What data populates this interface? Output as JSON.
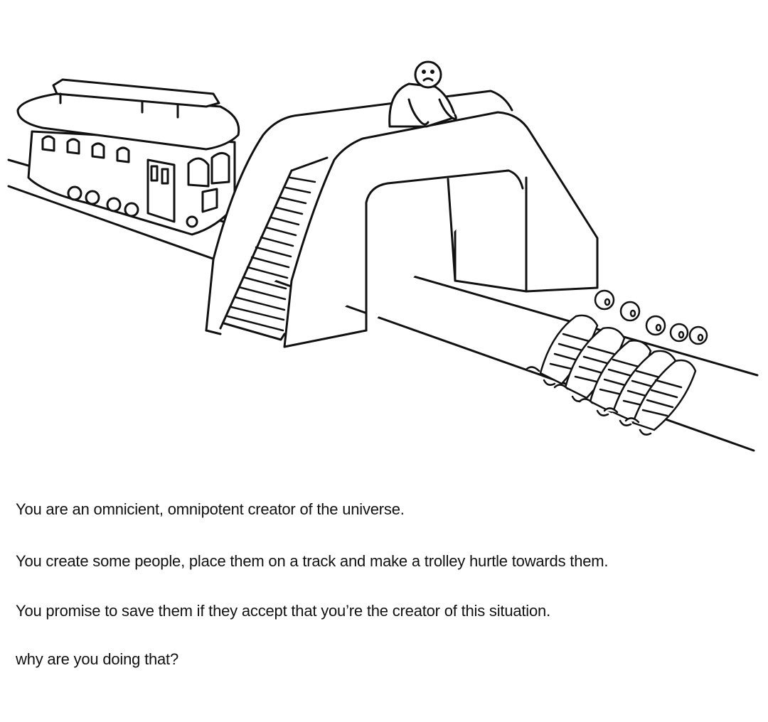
{
  "caption": {
    "lines": [
      "You are an omnicient, omnipotent creator of the universe.",
      "You create some people, place them on a track and make a trolley hurtle towards them.",
      "You promise to save them if they accept that you’re the creator of this situation.",
      "why are you doing that?"
    ]
  },
  "illustration": {
    "subjects": [
      "trolley-icon",
      "footbridge-icon",
      "person-on-bridge-icon",
      "tied-people-icon"
    ]
  }
}
